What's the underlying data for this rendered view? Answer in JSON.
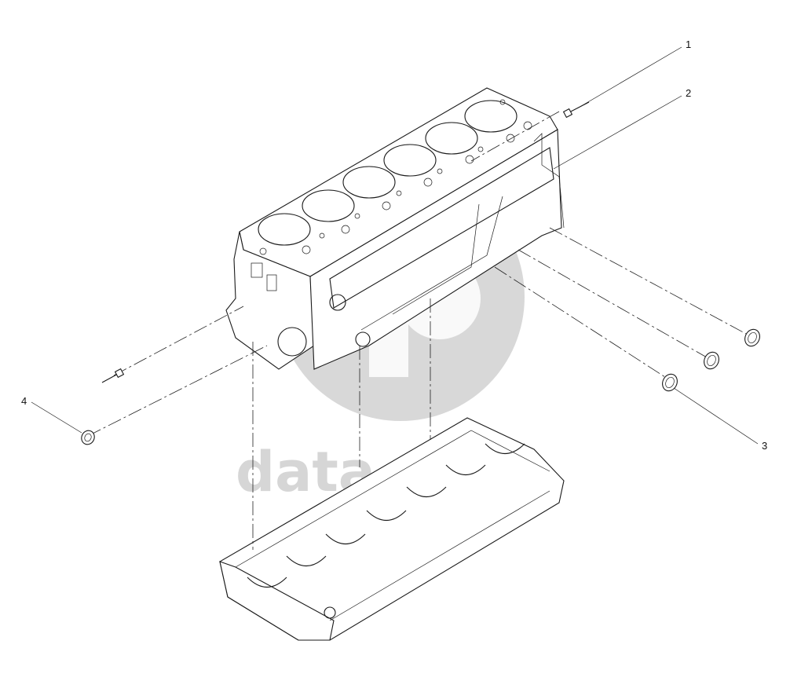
{
  "watermark": {
    "text": "data",
    "color": "#d0d0d0"
  },
  "callouts": [
    {
      "id": "1",
      "label": "1"
    },
    {
      "id": "2",
      "label": "2"
    },
    {
      "id": "3",
      "label": "3"
    },
    {
      "id": "4",
      "label": "4"
    }
  ],
  "parts": {
    "cylinder_block": {
      "cylinders": 6
    },
    "crankcase_lower_frame": {
      "bearing_saddles": 7
    },
    "bolt": {
      "count": 2
    },
    "plug": {
      "count": 4
    }
  }
}
